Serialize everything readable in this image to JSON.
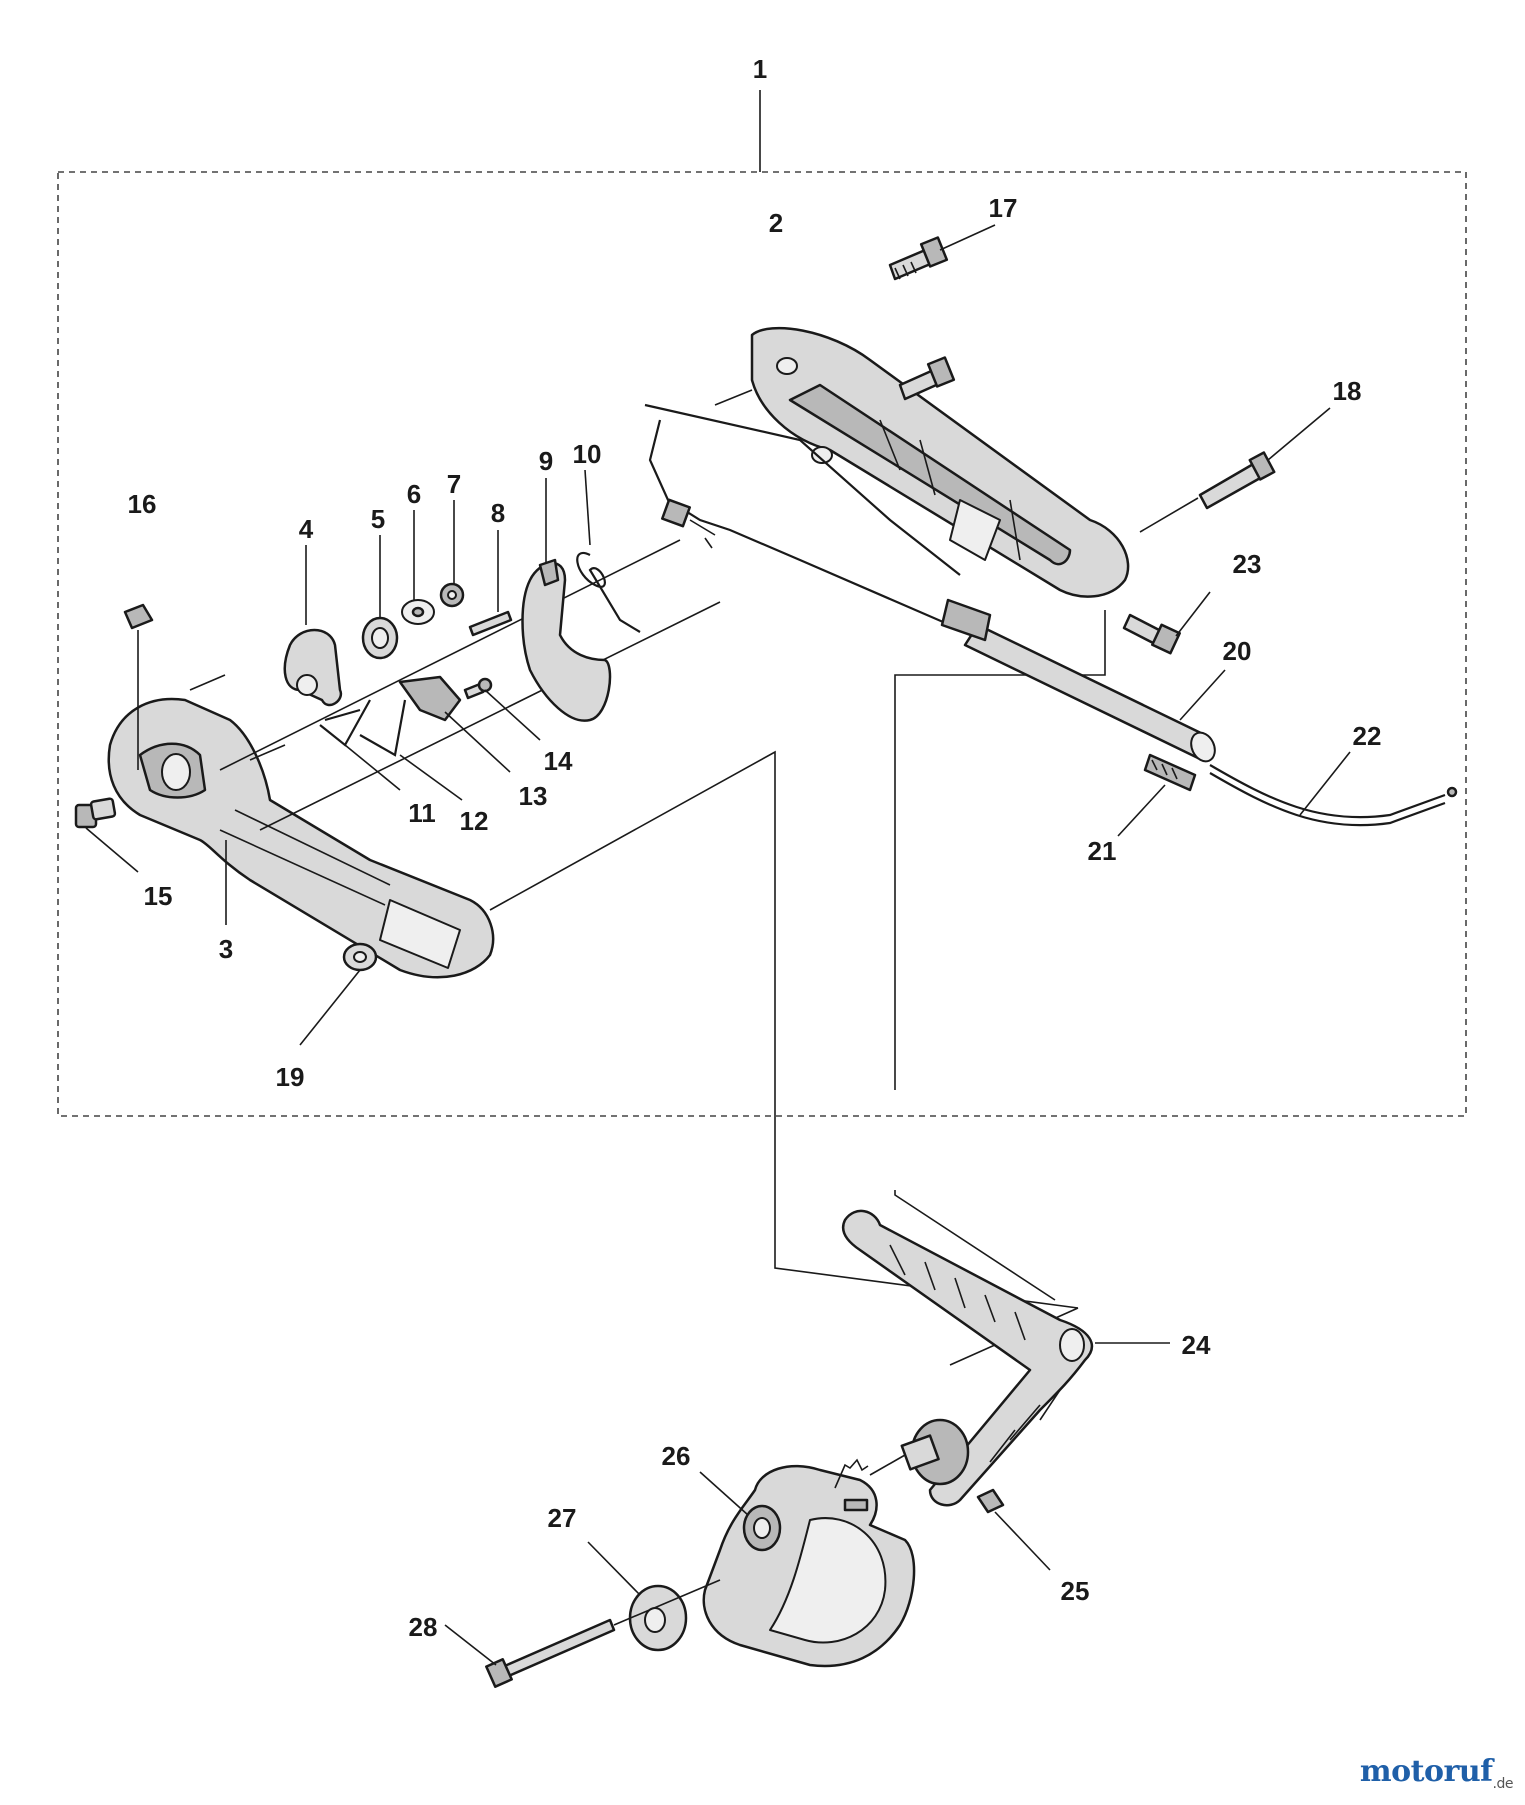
{
  "callouts": [
    "1",
    "2",
    "3",
    "4",
    "5",
    "6",
    "7",
    "8",
    "9",
    "10",
    "11",
    "12",
    "13",
    "14",
    "15",
    "16",
    "17",
    "18",
    "19",
    "20",
    "21",
    "22",
    "23",
    "24",
    "25",
    "26",
    "27",
    "28"
  ],
  "watermark": {
    "main": "motoruf",
    "suffix": ".de"
  }
}
